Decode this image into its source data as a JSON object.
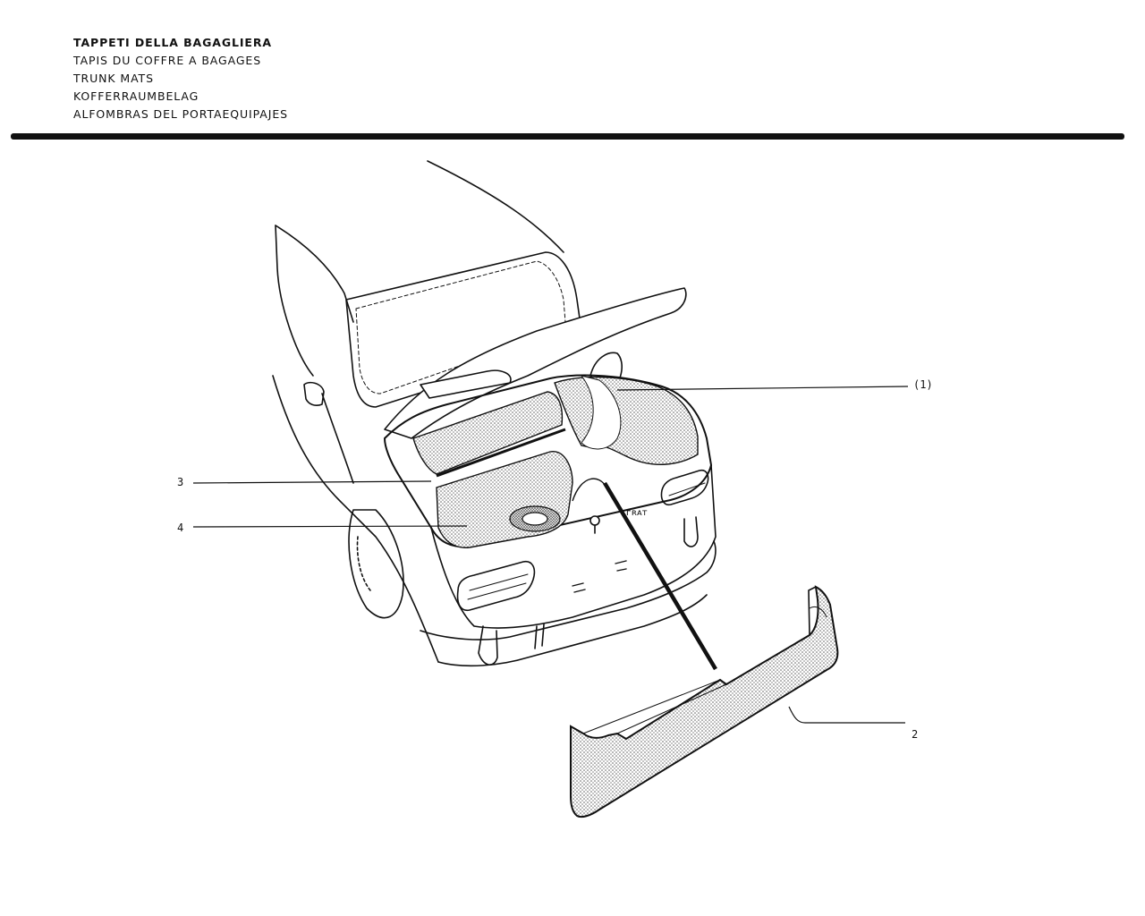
{
  "header": {
    "titles": [
      "TAPPETI DELLA BAGAGLIERA",
      "TAPIS DU COFFRE A BAGAGES",
      "TRUNK MATS",
      "KOFFERRAUMBELAG",
      "ALFOMBRAS DEL PORTAEQUIPAJES"
    ]
  },
  "callouts": {
    "c1": "(1)",
    "c2": "2",
    "c3": "3",
    "c4": "4"
  },
  "colors": {
    "ink": "#111111",
    "paper": "#ffffff"
  }
}
